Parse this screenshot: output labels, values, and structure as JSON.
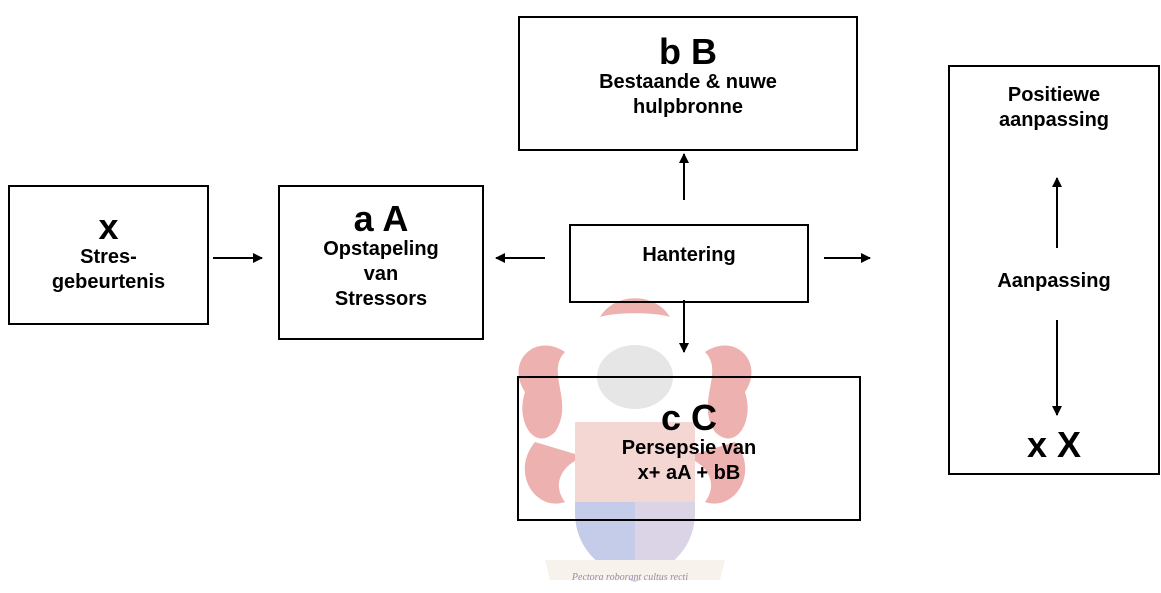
{
  "boxes": {
    "x": {
      "big": "x",
      "label": "Stres-\ngebeurtenis"
    },
    "aA": {
      "big": "a A",
      "label": "Opstapeling\nvan\nStressors"
    },
    "bB": {
      "big": "b B",
      "label": "Bestaande & nuwe\nhulpbronne"
    },
    "hantering": {
      "label": "Hantering"
    },
    "cC": {
      "big": "c C",
      "label": "Persepsie van\nx+ aA + bB"
    },
    "aanpassing": {
      "top": "Positiewe\naanpassing",
      "middle": "Aanpassing",
      "big": "x X"
    }
  },
  "watermark": {
    "motto": "Pectora roborant cultus recti"
  },
  "colors": {
    "crest_red": "#c0392b",
    "crest_blue": "#3b4fa0",
    "crest_gold": "#d8c8a0"
  }
}
